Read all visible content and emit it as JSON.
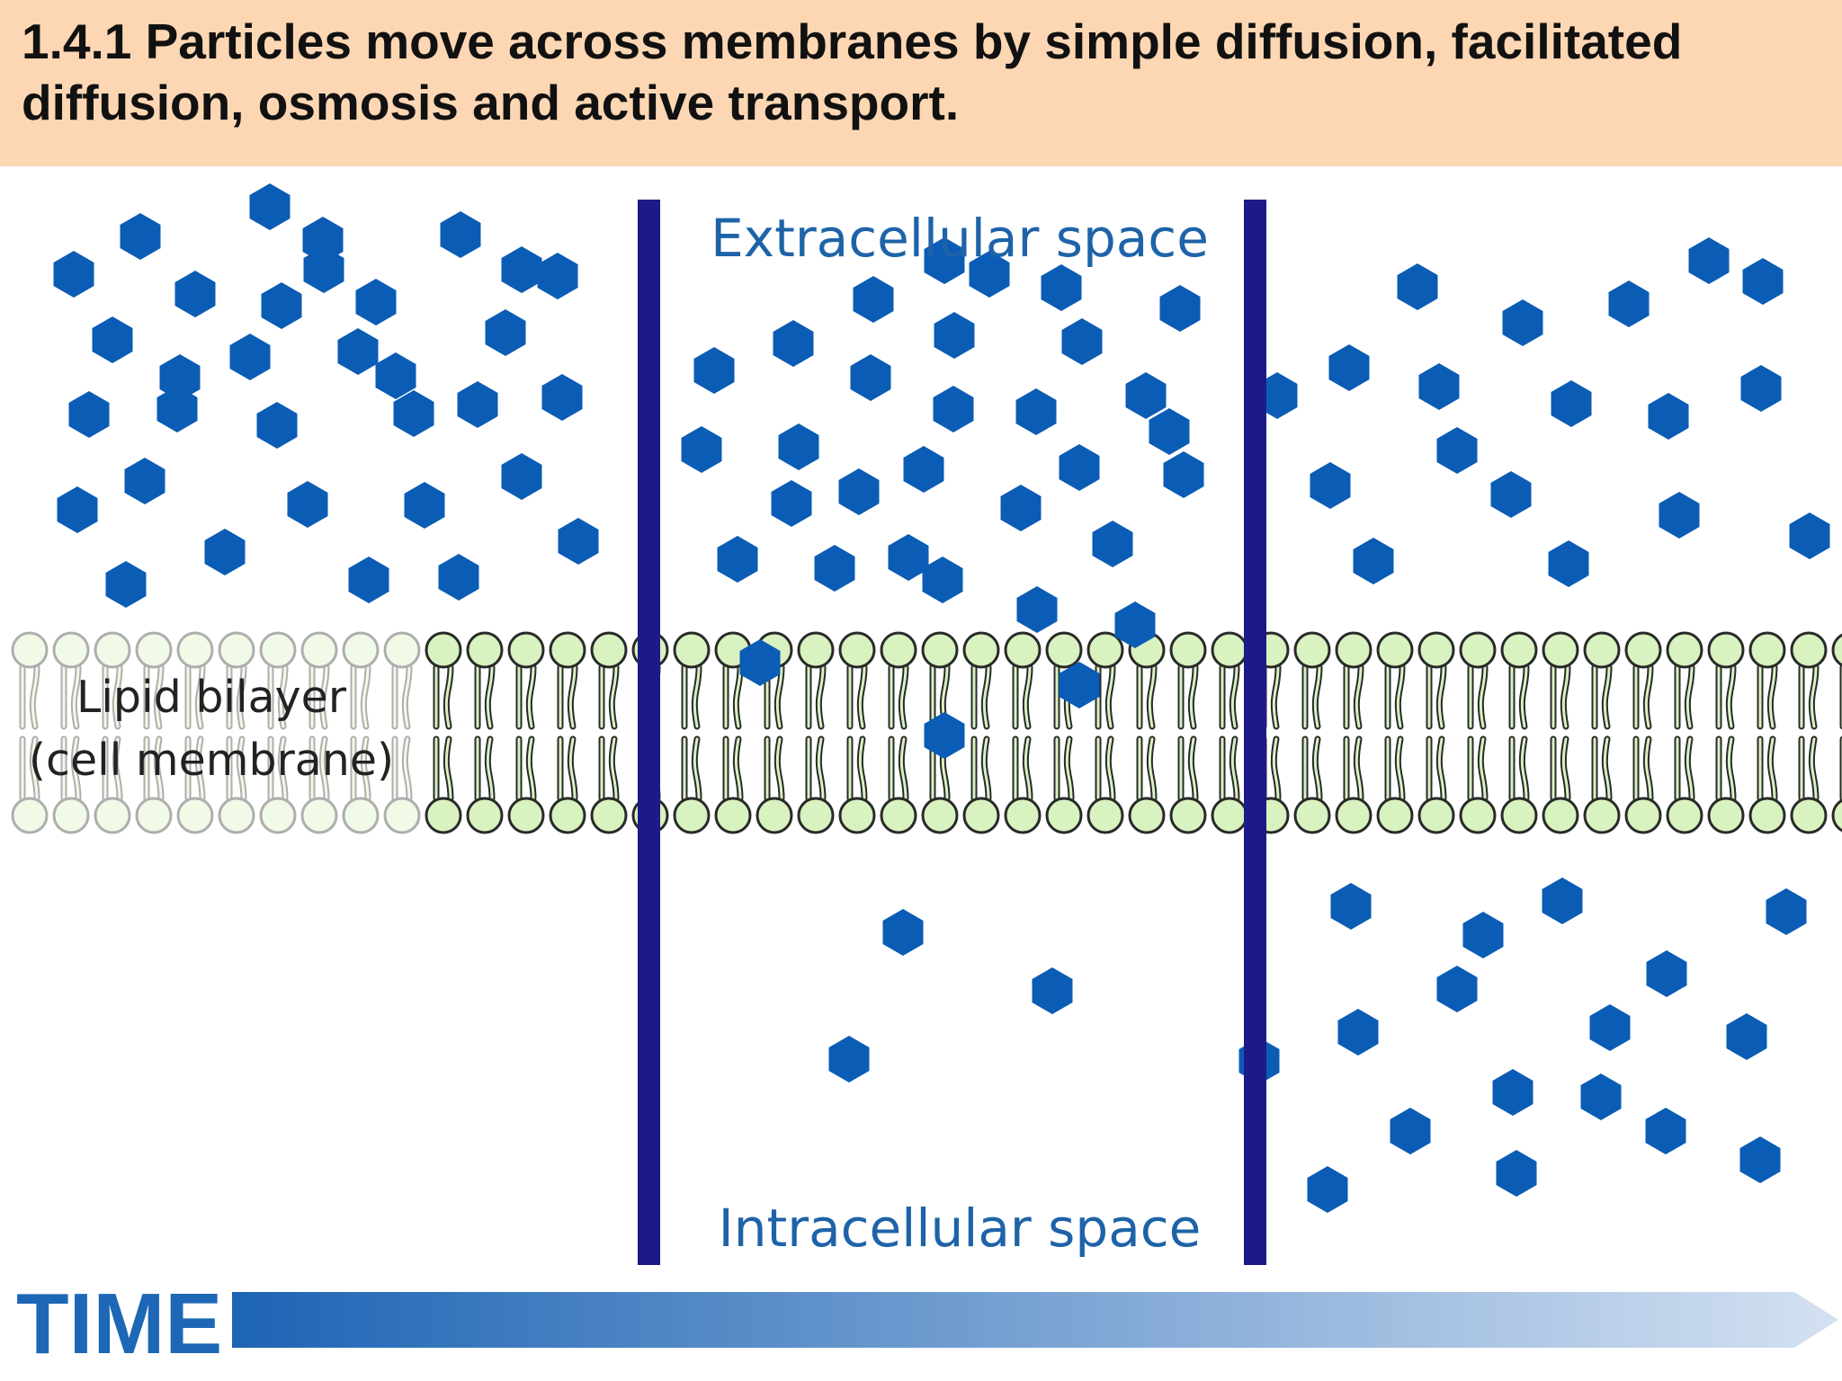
{
  "title": "1.4.1 Particles move across membranes by simple diffusion, facilitated diffusion, osmosis and active transport.",
  "labels": {
    "extracellular": "Extracellular space",
    "intracellular": "Intracellular space",
    "bilayer_line1": "Lipid bilayer",
    "bilayer_line2": "(cell membrane)",
    "time": "TIME"
  },
  "panels": [
    {
      "name": "initial",
      "particles_above_membrane": 33,
      "particles_in_membrane": 0,
      "particles_below_membrane": 0
    },
    {
      "name": "diffusing",
      "particles_above_membrane": 29,
      "particles_in_membrane": 3,
      "particles_below_membrane": 3
    },
    {
      "name": "equilibrium",
      "particles_above_membrane": 18,
      "particles_in_membrane": 0,
      "particles_below_membrane": 17
    }
  ],
  "colors": {
    "header_bg": "#fdd7b4",
    "particle": "#0b5cb5",
    "divider": "#1c1a88",
    "lipid_fill": "#d8f2c0",
    "lipid_stroke": "#2a2a2a",
    "label_blue": "#1e63a8",
    "time_arrow_start": "#1d64b4",
    "time_arrow_end": "#d4e1f2"
  }
}
